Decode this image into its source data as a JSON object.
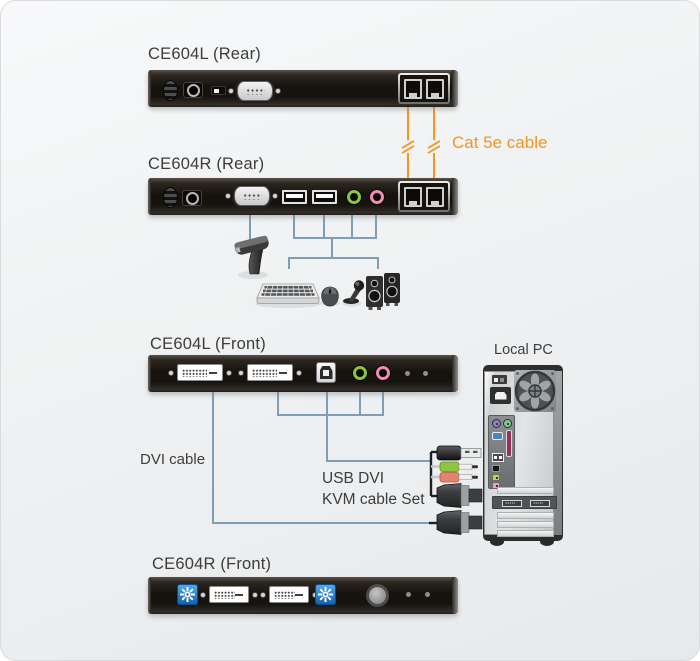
{
  "diagram": {
    "product_family": "CE604",
    "type": "KVM extender installation diagram"
  },
  "devices": [
    {
      "id": "ce604l-rear",
      "title": "CE604L (Rear)",
      "ports": [
        "vent",
        "dc-power-jack",
        "config-switch",
        "rs232-db9",
        "dual-rj45"
      ]
    },
    {
      "id": "ce604r-rear",
      "title": "CE604R (Rear)",
      "ports": [
        "vent",
        "dc-power-jack",
        "rs232-db9",
        "usb-a-port",
        "usb-a-port",
        "audio-jack-green",
        "audio-jack-pink",
        "dual-rj45"
      ]
    },
    {
      "id": "ce604l-front",
      "title": "CE604L (Front)",
      "ports": [
        "dvi-port",
        "dvi-port",
        "usb-b-port",
        "audio-jack-green",
        "audio-jack-pink",
        "led",
        "led"
      ]
    },
    {
      "id": "ce604r-front",
      "title": "CE604R (Front)",
      "ports": [
        "video-indicator",
        "dvi-port",
        "dvi-port",
        "video-indicator",
        "push-button",
        "led",
        "led"
      ]
    }
  ],
  "labels": {
    "cat5e_cable": "Cat 5e cable",
    "dvi_cable": "DVI cable",
    "kvm_line1": "USB DVI",
    "kvm_line2": "KVM cable Set",
    "local_pc": "Local PC"
  },
  "peripherals": [
    "barcode-scanner",
    "keyboard",
    "mouse",
    "microphone",
    "speakers"
  ],
  "cable_set_plugs": [
    "usb-plug",
    "audio-plug-green",
    "audio-plug-pink",
    "dvi-plug",
    "dvi-plug"
  ],
  "colors": {
    "accent_orange": "#F7941E",
    "connection_blue": "#7D9EB5",
    "panel_dark": "#16120e",
    "text": "#3d3d3d",
    "audio_green": "#8CC63E",
    "audio_pink": "#F08CB4",
    "indicator_blue": "#1668B8"
  }
}
